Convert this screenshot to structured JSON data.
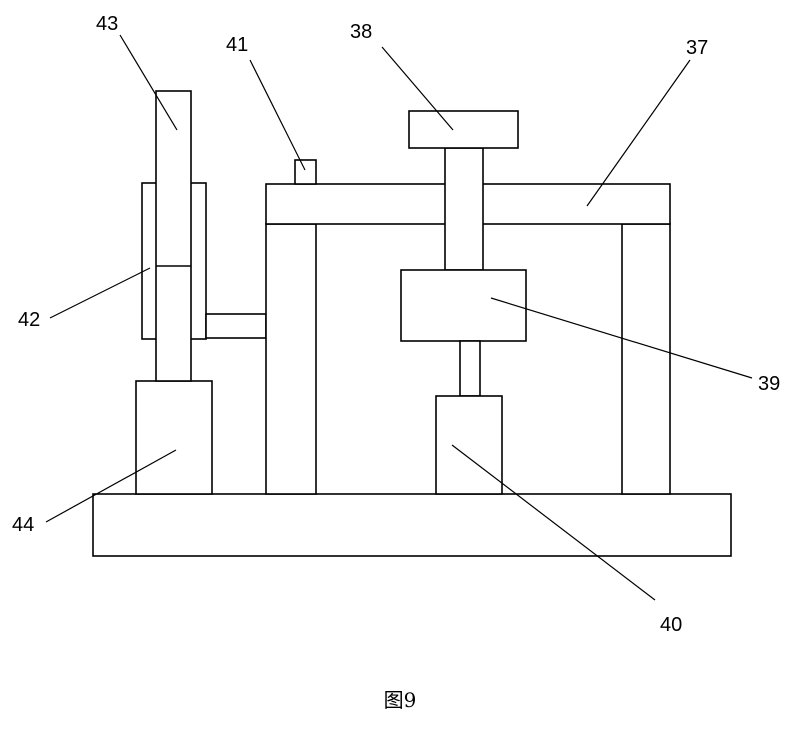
{
  "labels": {
    "n37": "37",
    "n38": "38",
    "n39": "39",
    "n40": "40",
    "n41": "41",
    "n42": "42",
    "n43": "43",
    "n44": "44"
  },
  "caption": "图9"
}
